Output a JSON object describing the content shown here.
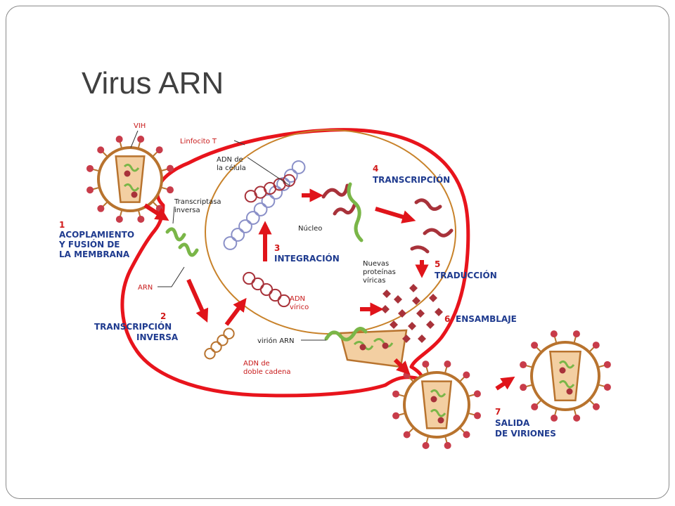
{
  "slide": {
    "title": "Virus ARN"
  },
  "diagram": {
    "labels": {
      "vih": "VIH",
      "linfocito": "Linfocito T",
      "adn_celula_1": "ADN de",
      "adn_celula_2": "la célula",
      "transcriptasa_1": "Transcriptasa",
      "transcriptasa_2": "inversa",
      "nucleo": "Núcleo",
      "arn": "ARN",
      "adn_virico_1": "ADN",
      "adn_virico_2": "vírico",
      "nuevas_1": "Nuevas",
      "nuevas_2": "proteínas",
      "nuevas_3": "víricas",
      "virion_arn": "virión ARN",
      "adn_doble_1": "ADN de",
      "adn_doble_2": "doble cadena"
    },
    "steps": [
      {
        "number": "1",
        "lines": [
          "ACOPLAMIENTO",
          "Y FUSIÓN DE",
          "LA MEMBRANA"
        ]
      },
      {
        "number": "2",
        "lines": [
          "TRANSCRIPCIÓN",
          "INVERSA"
        ]
      },
      {
        "number": "3",
        "lines": [
          "INTEGRACIÓN"
        ]
      },
      {
        "number": "4",
        "lines": [
          "TRANSCRIPCIÓN"
        ]
      },
      {
        "number": "5",
        "lines": [
          "TRADUCCIÓN"
        ]
      },
      {
        "number": "6",
        "lines": [
          "ENSAMBLAJE"
        ]
      },
      {
        "number": "7",
        "lines": [
          "SALIDA",
          "DE VIRIONES"
        ]
      }
    ],
    "colors": {
      "cell_membrane": "#e8141c",
      "nucleus": "#c8822a",
      "virus_envelope": "#b8732e",
      "spike": "#c83c4a",
      "capsid_fill": "#f3cfa2",
      "rna_green": "#7ab648",
      "rna_red": "#a8323a",
      "dna_blue": "#8a90c8",
      "arrow": "#e0141a",
      "label_blue": "#1f3b8f"
    }
  }
}
